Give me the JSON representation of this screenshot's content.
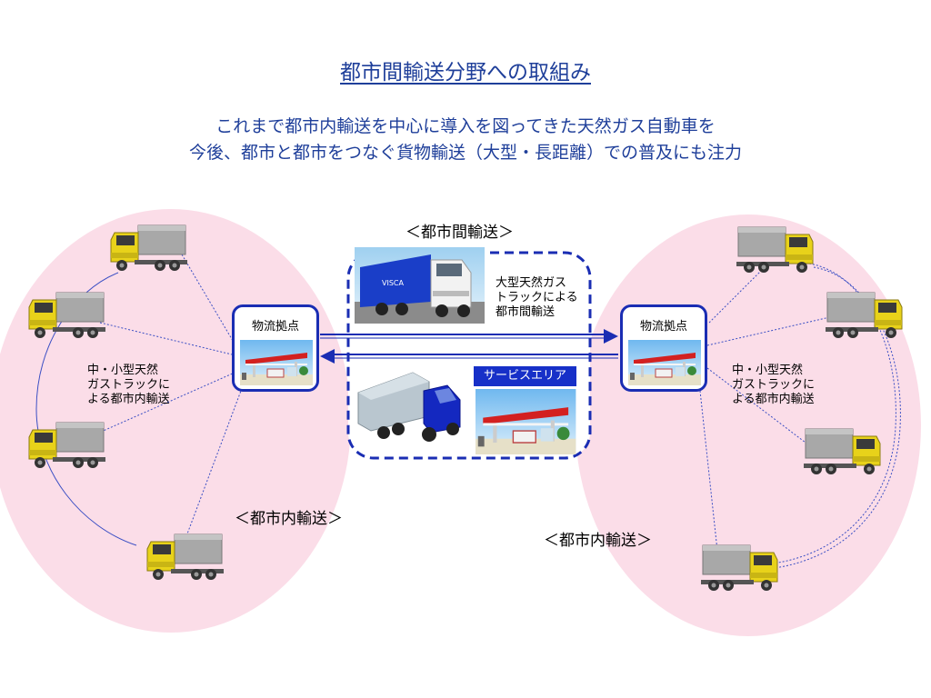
{
  "title": "都市間輸送分野への取組み",
  "subtitle_line1": "これまで都市内輸送を中心に導入を図ってきた天然ガス自動車を",
  "subtitle_line2": "今後、都市と都市をつなぐ貨物輸送（大型・長距離）での普及にも注力",
  "intercity": {
    "label": "＜都市間輸送＞",
    "truck_caption": [
      "大型天然ガス",
      "トラックによる",
      "都市間輸送"
    ],
    "service_area_label": "サービスエリア"
  },
  "left_city": {
    "hub_label": "物流拠点",
    "caption": [
      "中・小型天然",
      "ガストラックに",
      "よる都市内輸送"
    ],
    "section_label": "＜都市内輸送＞"
  },
  "right_city": {
    "hub_label": "物流拠点",
    "caption": [
      "中・小型天然",
      "ガストラックに",
      "よる都市内輸送"
    ],
    "section_label": "＜都市内輸送＞"
  },
  "colors": {
    "title_blue": "#1f3f9a",
    "hub_border": "#1a2db3",
    "dashed_border": "#1a2db3",
    "city_zone_pink": "#fbdde8",
    "truck_cab_yellow": "#e8d21a",
    "truck_body_gray": "#9a9a9a",
    "large_truck_cab_blue": "#1020b0",
    "service_area_badge": "#1730c8"
  }
}
